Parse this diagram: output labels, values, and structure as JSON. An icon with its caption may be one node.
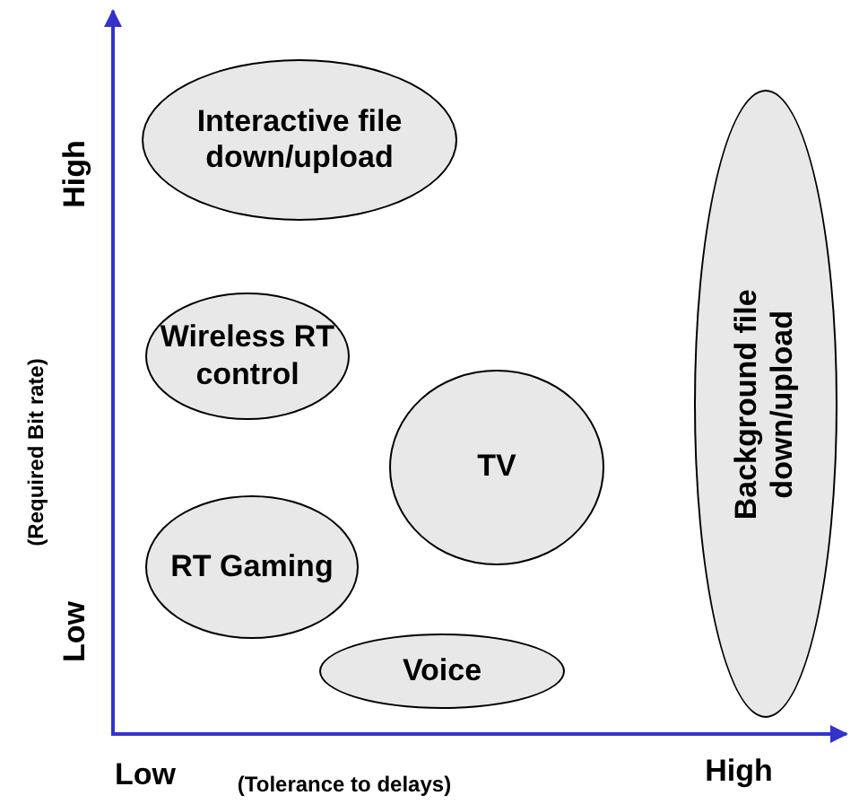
{
  "diagram": {
    "nodes": [
      {
        "text": [
          "Interactive file down/upload"
        ]
      },
      {
        "text": [
          "Wireless RT control"
        ]
      },
      {
        "text": [
          "TV"
        ]
      },
      {
        "text": [
          "RT Gaming"
        ]
      },
      {
        "text": [
          "Voice"
        ]
      },
      {
        "text": [
          "Background file down/upload"
        ]
      }
    ],
    "labels": [
      "High",
      "(Required Bit rate)",
      "Low",
      "Low",
      "(Tolerance to delays)",
      "High"
    ]
  }
}
